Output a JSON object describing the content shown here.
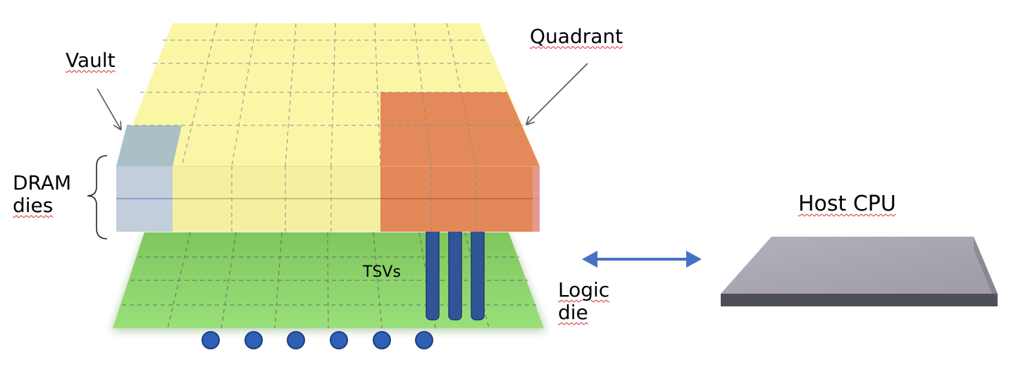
{
  "labels": {
    "vault": "Vault",
    "quadrant": "Quadrant",
    "dram_line1": "DRAM",
    "dram_line2": "dies",
    "tsvs": "TSVs",
    "logic_line1": "Logic",
    "logic_line2": "die",
    "host_cpu": "Host CPU"
  },
  "colors": {
    "dram_top": "#fbf6a6",
    "dram_side": "#f4f0a0",
    "quadrant": "#e48a5a",
    "vault": "#a9c0c6",
    "logic": "#8fd56b",
    "tsv": "#2f5597",
    "arrow": "#4472c4",
    "cpu_top": "#a9a6b2",
    "cpu_side": "#4d4f58"
  }
}
